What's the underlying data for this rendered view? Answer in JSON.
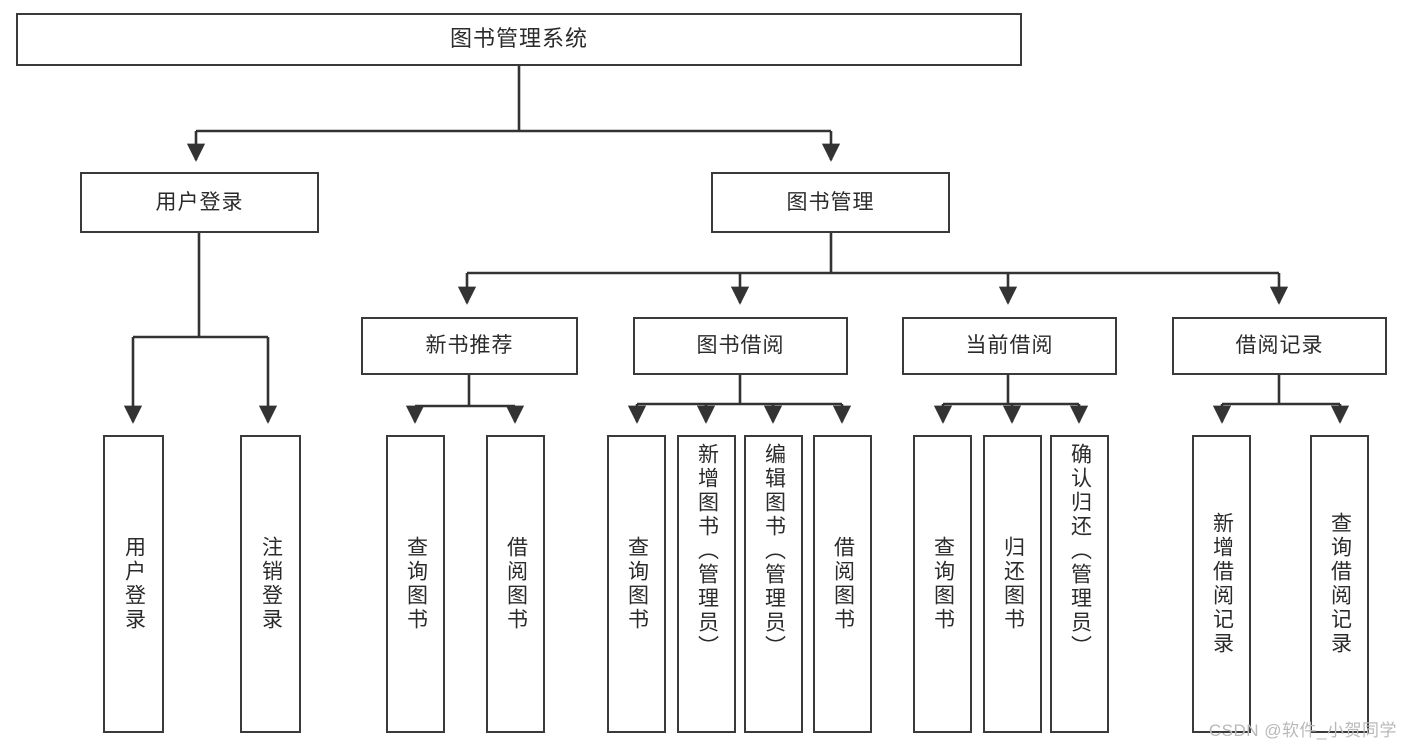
{
  "diagram": {
    "type": "tree",
    "title": "图书管理系统",
    "orientation": "top-down",
    "levels": 3,
    "colors": {
      "node_border": "#3a3a3a",
      "node_fill": "#ffffff",
      "connector": "#333333",
      "text": "#2b2b2b",
      "watermark": "#b9b9b9"
    }
  },
  "root": {
    "label": "图书管理系统"
  },
  "level1": [
    {
      "label": "用户登录"
    },
    {
      "label": "图书管理"
    }
  ],
  "level2": [
    {
      "label": "新书推荐"
    },
    {
      "label": "图书借阅"
    },
    {
      "label": "当前借阅"
    },
    {
      "label": "借阅记录"
    }
  ],
  "leaves": {
    "user_login": [
      {
        "label": "用户登录"
      },
      {
        "label": "注销登录"
      }
    ],
    "new_book_recommend": [
      {
        "label": "查询图书"
      },
      {
        "label": "借阅图书"
      }
    ],
    "book_borrow": [
      {
        "label": "查询图书"
      },
      {
        "label": "新增图书（管理员）"
      },
      {
        "label": "编辑图书（管理员）"
      },
      {
        "label": "借阅图书"
      }
    ],
    "current_borrow": [
      {
        "label": "查询图书"
      },
      {
        "label": "归还图书"
      },
      {
        "label": "确认归还（管理员）"
      }
    ],
    "borrow_records": [
      {
        "label": "新增借阅记录"
      },
      {
        "label": "查询借阅记录"
      }
    ]
  },
  "watermark": {
    "text": "CSDN @软件_小贺同学"
  }
}
